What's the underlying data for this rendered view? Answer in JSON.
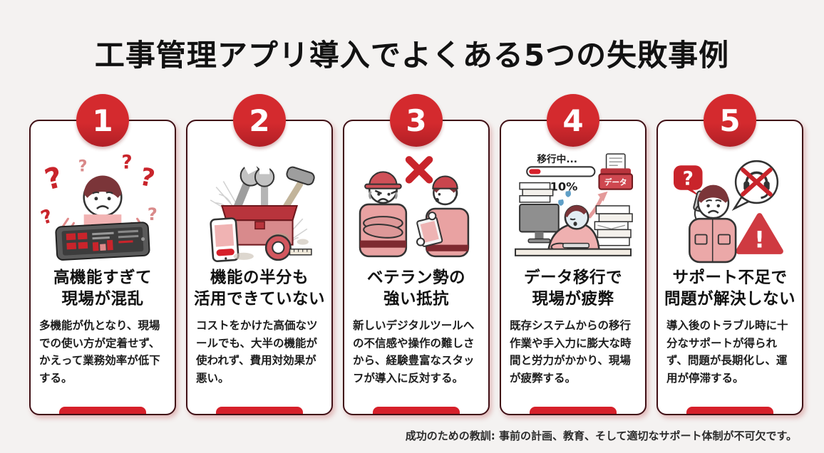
{
  "title": "工事管理アプリ導入でよくある5つの失敗事例",
  "footer": "成功のための教訓: 事前の計画、教育、そして適切なサポート体制が不可欠です。",
  "colors": {
    "background": "#f4f2f1",
    "accent_red": "#c9242b",
    "badge_red": "#c9242b",
    "card_border": "#401016",
    "accent_bar_red": "#d6202a"
  },
  "icons": {
    "question_mark": "?",
    "exclamation_mark": "!"
  },
  "cards": [
    {
      "number": "1",
      "heading1": "高機能すぎて",
      "heading2": "現場が混乱",
      "body": "多機能が仇となり、現場での使い方が定着せず、かえって業務効率が低下する。",
      "illustration": "confused-worker-overloaded-tablet"
    },
    {
      "number": "2",
      "heading1": "機能の半分も",
      "heading2": "活用できていない",
      "body": "コストをかけた高価なツールでも、大半の機能が使われず、費用対効果が悪い。",
      "illustration": "unused-toolbox-with-cobwebs"
    },
    {
      "number": "3",
      "heading1": "ベテラン勢の",
      "heading2": "強い抵抗",
      "body": "新しいデジタルツールへの不信感や操作の難しさから、経験豊富なスタッフが導入に反対する。",
      "illustration": "veteran-refusing-digital-tool"
    },
    {
      "number": "4",
      "heading1": "データ移行で",
      "heading2": "現場が疲弊",
      "body": "既存システムからの移行作業や手入力に膨大な時間と労力がかかり、現場が疲弊する。",
      "illustration": "exhausted-worker-data-migration",
      "labels": {
        "progress": "移行中...",
        "percent": "10%",
        "folder": "データ"
      }
    },
    {
      "number": "5",
      "heading1": "サポート不足で",
      "heading2": "問題が解決しない",
      "body": "導入後のトラブル時に十分なサポートが得られず、問題が長期化し、運用が停滞する。",
      "illustration": "worker-calling-no-support"
    }
  ]
}
